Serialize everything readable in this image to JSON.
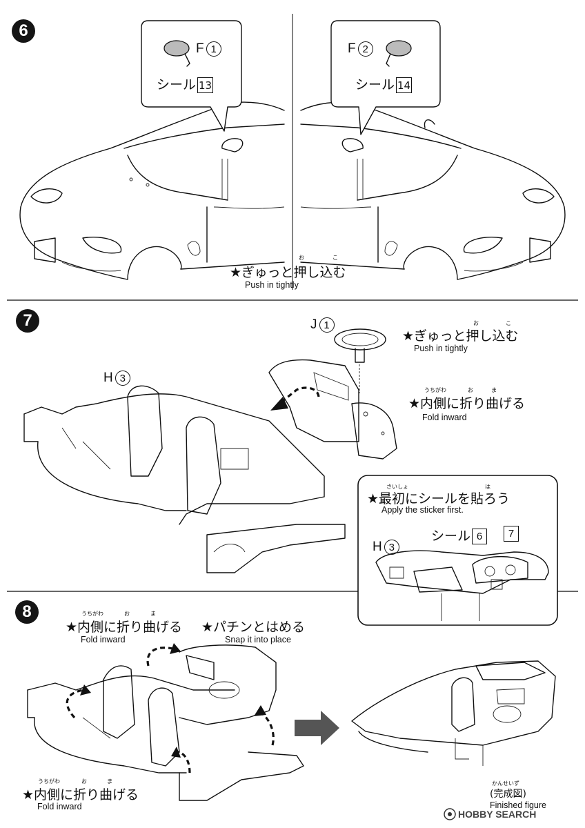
{
  "steps": [
    {
      "number": "6",
      "callouts": [
        {
          "part": "F",
          "num": "1",
          "sticker_label": "シール",
          "sticker_num": "13"
        },
        {
          "part": "F",
          "num": "2",
          "sticker_label": "シール",
          "sticker_num": "14"
        }
      ],
      "instruction_jp": "★ぎゅっと押し込む",
      "ruby": [
        "お",
        "こ"
      ],
      "instruction_en": "Push in tightly"
    },
    {
      "number": "7",
      "part_j": {
        "part": "J",
        "num": "1"
      },
      "part_h": {
        "part": "H",
        "num": "3"
      },
      "note1_jp": "★ぎゅっと押し込む",
      "note1_ruby": [
        "お",
        "こ"
      ],
      "note1_en": "Push in tightly",
      "note2_jp": "★内側に折り曲げる",
      "note2_ruby": [
        "うちがわ",
        "お",
        "ま"
      ],
      "note2_en": "Fold inward",
      "inset": {
        "ruby": [
          "さいしょ",
          "は"
        ],
        "title_jp": "★最初にシールを貼ろう",
        "title_en": "Apply the sticker first.",
        "part": "H",
        "num": "3",
        "sticker_label": "シール",
        "sticker_nums": [
          "6",
          "7"
        ]
      }
    },
    {
      "number": "8",
      "fold_top_jp": "★内側に折り曲げる",
      "fold_top_ruby": [
        "うちがわ",
        "お",
        "ま"
      ],
      "fold_top_en": "Fold inward",
      "snap_jp": "★パチンとはめる",
      "snap_en": "Snap it into place",
      "fold_bottom_jp": "★内側に折り曲げる",
      "fold_bottom_ruby": [
        "うちがわ",
        "お",
        "ま"
      ],
      "fold_bottom_en": "Fold inward",
      "finished_ruby": "かんせいず",
      "finished_jp": "(完成図)",
      "finished_en": "Finished figure"
    }
  ],
  "watermark": "HOBBY SEARCH",
  "watermark_icon": "hobby-search-logo-icon"
}
